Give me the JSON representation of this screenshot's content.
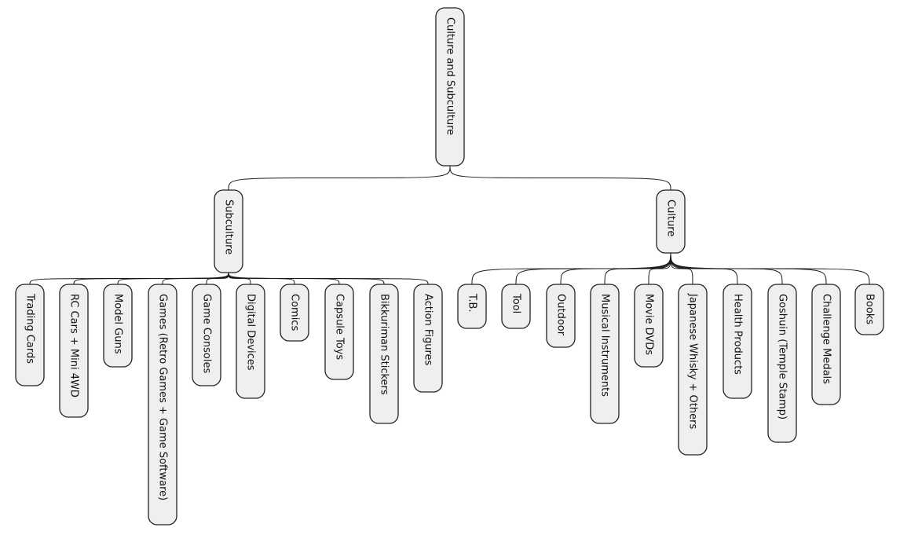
{
  "root": {
    "label": "Culture and Subculture",
    "children": [
      {
        "label": "Subculture",
        "children": [
          "Trading Cards",
          "RC Cars + Mini 4WD",
          "Model Guns",
          "Games (Retro Games + Game Software)",
          "Game Consoles",
          "Digital Devices",
          "Comics",
          "Capsule Toys",
          "Bikkuriman Stickers",
          "Action Figures"
        ]
      },
      {
        "label": "Culture",
        "children": [
          "T.B.",
          "Tool",
          "Outdoor",
          "Musical Instruments",
          "Movie DVDs",
          "Japanese Whisky + Others",
          "Health Products",
          "Goshuin (Temple Stamp)",
          "Challenge Medals",
          "Books"
        ]
      }
    ]
  }
}
